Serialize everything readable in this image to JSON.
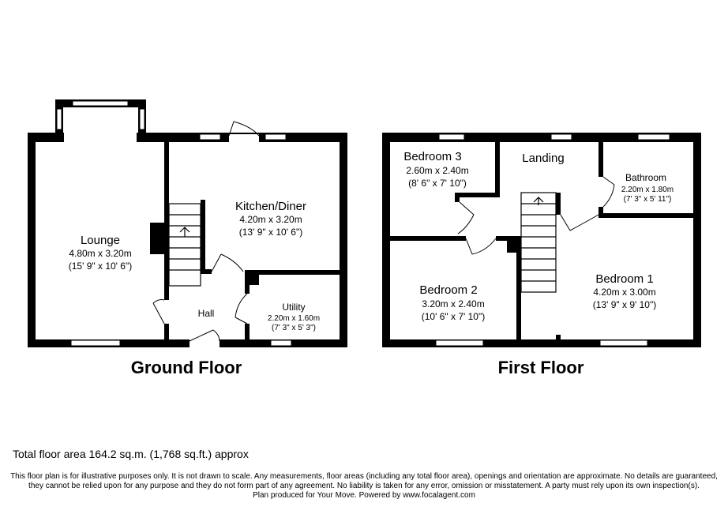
{
  "ground_floor": {
    "title": "Ground Floor",
    "rooms": {
      "lounge": {
        "name": "Lounge",
        "metric": "4.80m x 3.20m",
        "imperial": "(15' 9\" x 10' 6\")"
      },
      "kitchen": {
        "name": "Kitchen/Diner",
        "metric": "4.20m x 3.20m",
        "imperial": "(13' 9\" x 10' 6\")"
      },
      "hall": {
        "name": "Hall"
      },
      "utility": {
        "name": "Utility",
        "metric": "2.20m x 1.60m",
        "imperial": "(7' 3\" x 5' 3\")"
      }
    }
  },
  "first_floor": {
    "title": "First Floor",
    "rooms": {
      "bedroom3": {
        "name": "Bedroom 3",
        "metric": "2.60m x 2.40m",
        "imperial": "(8' 6\" x 7' 10\")"
      },
      "landing": {
        "name": "Landing"
      },
      "bathroom": {
        "name": "Bathroom",
        "metric": "2.20m x 1.80m",
        "imperial": "(7' 3\" x 5' 11\")"
      },
      "bedroom2": {
        "name": "Bedroom 2",
        "metric": "3.20m x 2.40m",
        "imperial": "(10' 6\" x 7' 10\")"
      },
      "bedroom1": {
        "name": "Bedroom 1",
        "metric": "4.20m x 3.00m",
        "imperial": "(13' 9\" x 9' 10\")"
      }
    }
  },
  "total_area": "Total floor area 164.2 sq.m. (1,768 sq.ft.) approx",
  "disclaimer": [
    "This floor plan is for illustrative purposes only. It is not drawn to scale. Any measurements, floor areas (including any total floor area), openings and orientation are approximate. No details are guaranteed,",
    "they cannot be relied upon for any purpose and they do not form part of any agreement. No liability is taken for any error, omission or misstatement. A party must rely upon its own inspection(s).",
    "Plan produced for Your Move. Powered by www.focalagent.com"
  ]
}
